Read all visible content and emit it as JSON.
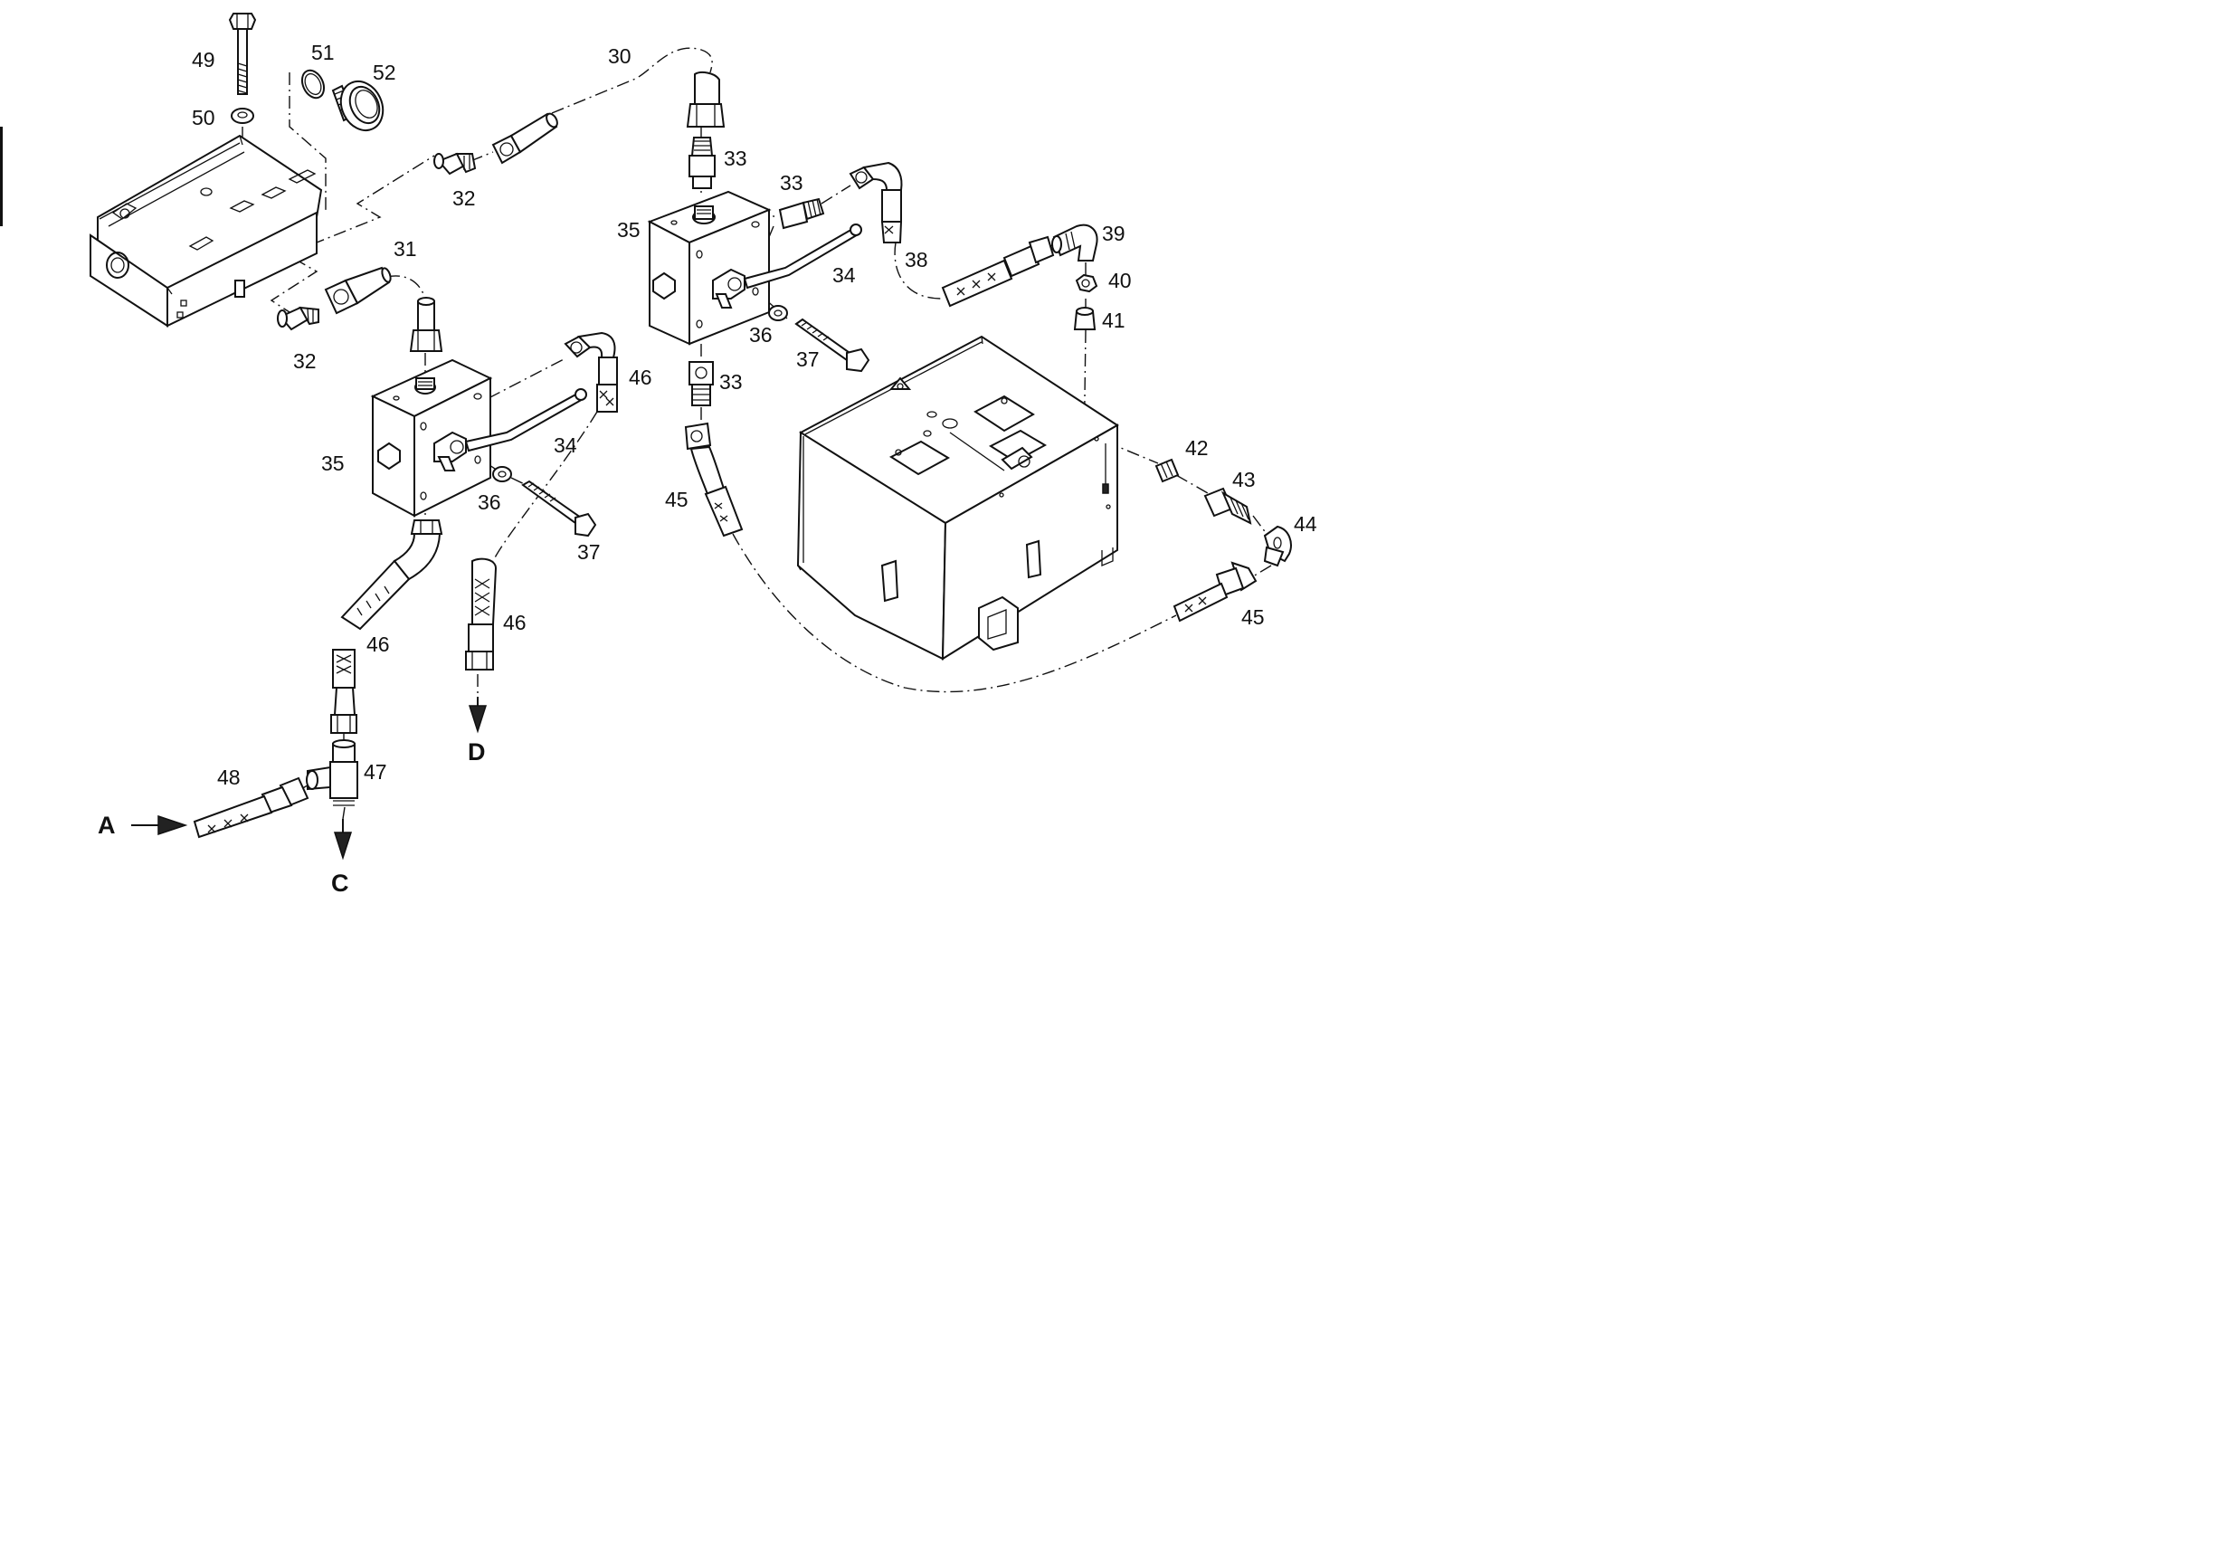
{
  "callouts": {
    "c30": "30",
    "c31": "31",
    "c32a": "32",
    "c32b": "32",
    "c33a": "33",
    "c33b": "33",
    "c33c": "33",
    "c34a": "34",
    "c34b": "34",
    "c35a": "35",
    "c35b": "35",
    "c36a": "36",
    "c36b": "36",
    "c37a": "37",
    "c37b": "37",
    "c38": "38",
    "c39": "39",
    "c40": "40",
    "c41": "41",
    "c42": "42",
    "c43": "43",
    "c44": "44",
    "c45a": "45",
    "c45b": "45",
    "c46a": "46",
    "c46b": "46",
    "c46c": "46",
    "c47": "47",
    "c48": "48",
    "c49": "49",
    "c50": "50",
    "c51": "51",
    "c52": "52"
  },
  "flow_labels": {
    "a": "A",
    "c": "C",
    "d": "D"
  }
}
